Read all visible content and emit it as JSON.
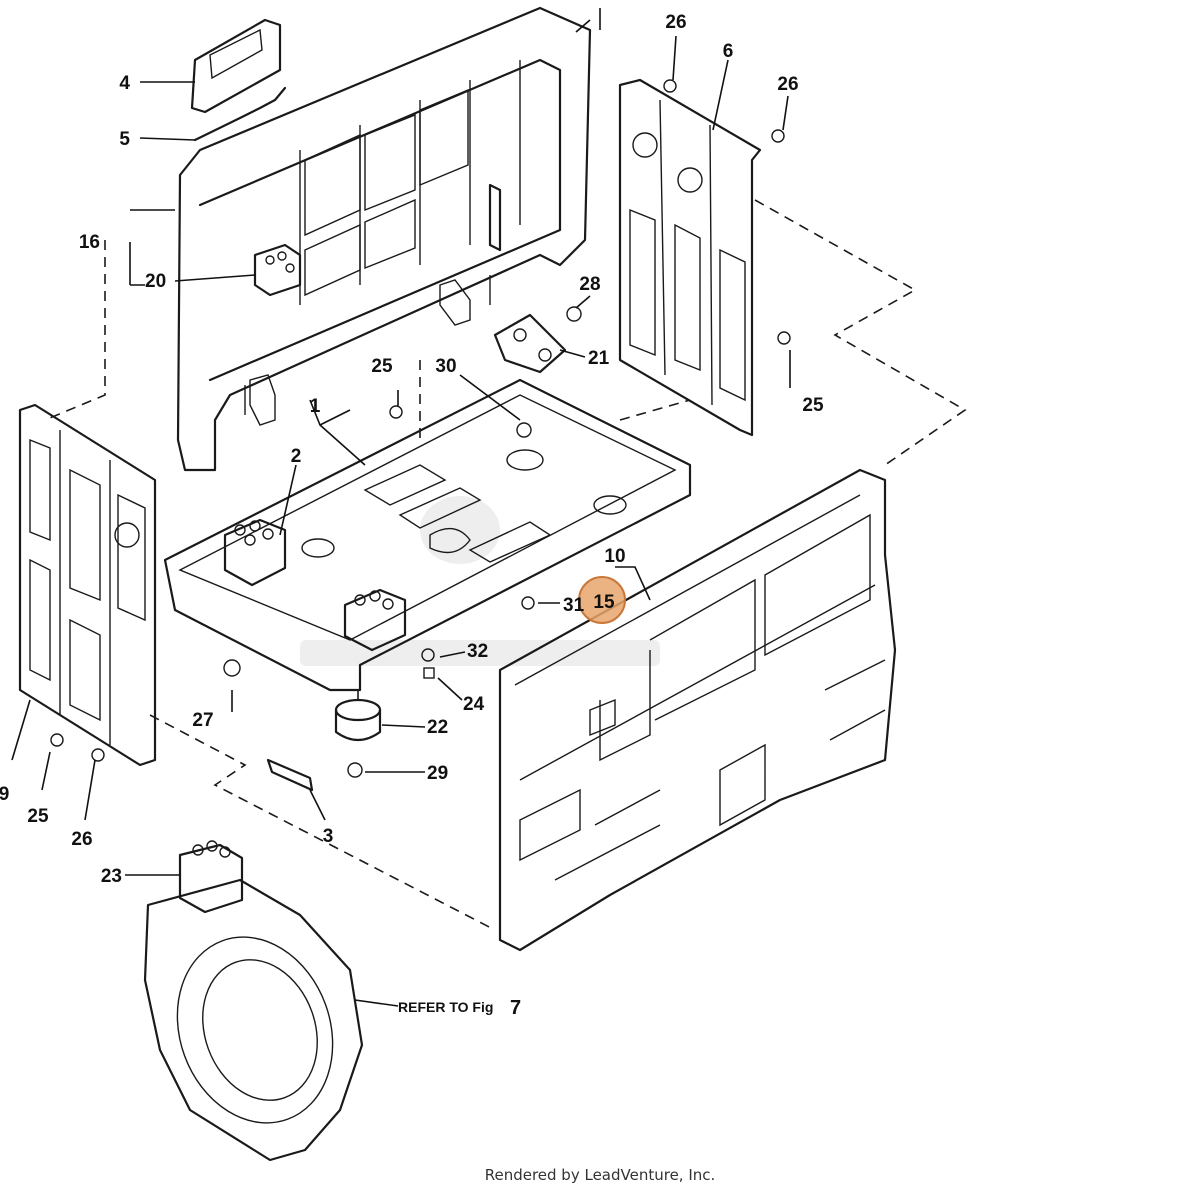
{
  "diagram": {
    "callouts": [
      "1",
      "2",
      "3",
      "4",
      "5",
      "6",
      "9",
      "10",
      "15",
      "16",
      "20",
      "21",
      "22",
      "23",
      "24",
      "25",
      "26",
      "27",
      "28",
      "29",
      "30",
      "31",
      "32"
    ],
    "highlighted_callout": "15",
    "highlight_color": "#e8a66b",
    "refer_note": "REFER TO Fig",
    "refer_fig": "7"
  },
  "footer": {
    "credit": "Rendered by LeadVenture, Inc."
  }
}
